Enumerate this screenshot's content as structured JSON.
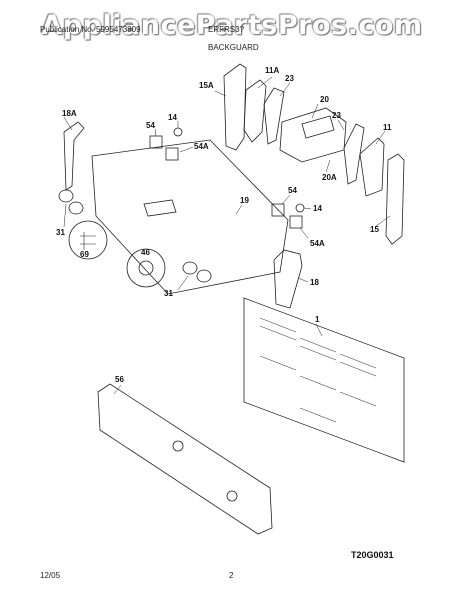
{
  "watermark": "AppliancePartsPros.com",
  "header": {
    "publication_label": "Publication No. 5995473809",
    "model_label": "ERFRS3?",
    "section_title": "BACKGUARD"
  },
  "diagram_code": "T20G0031",
  "footer": {
    "date": "12/05",
    "page": "2"
  },
  "callouts": {
    "c18A": "18A",
    "c15A": "15A",
    "c11A": "11A",
    "c23a": "23",
    "c20": "20",
    "c14a": "14",
    "c54a": "54",
    "c54Aa": "54A",
    "c23b": "23",
    "c11": "11",
    "c20A": "20A",
    "c19": "19",
    "c54b": "54",
    "c14b": "14",
    "c54Ab": "54A",
    "c15": "15",
    "c31a": "31",
    "c69": "69",
    "c46": "46",
    "c31b": "31",
    "c18": "18",
    "c1": "1",
    "c56": "56"
  }
}
